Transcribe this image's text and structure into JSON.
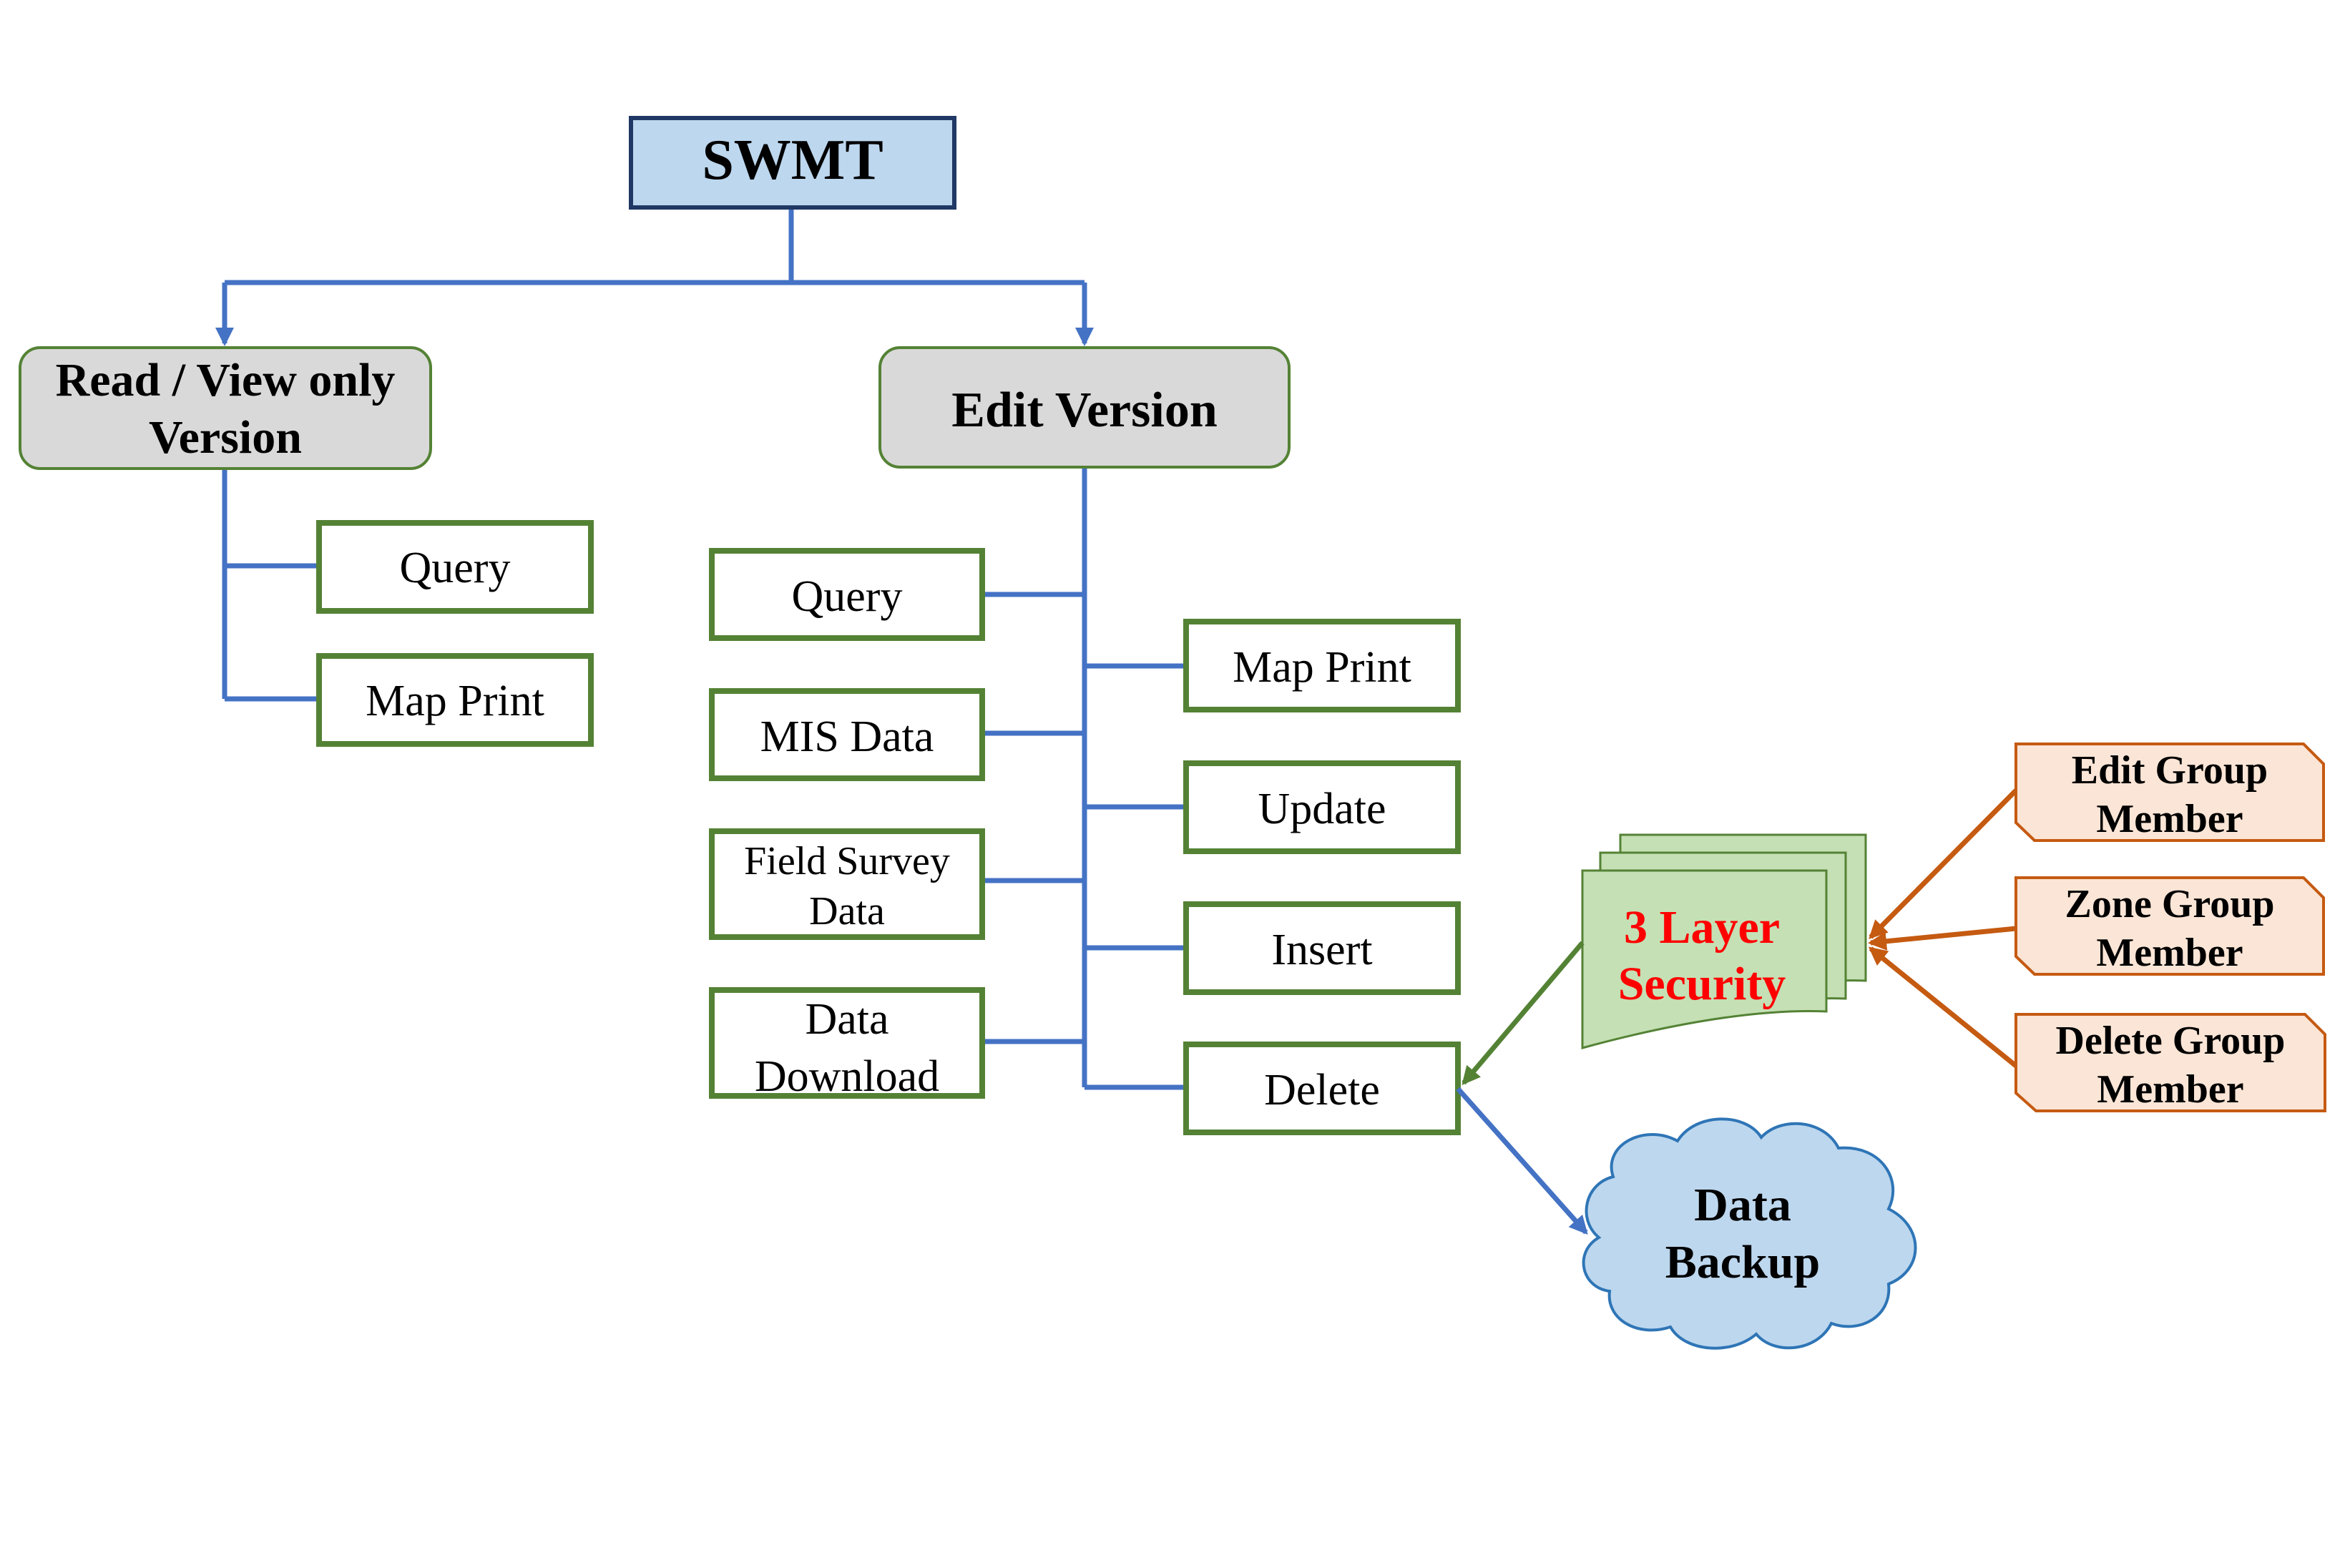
{
  "root": {
    "label": "SWMT"
  },
  "read_view": {
    "label_lines": [
      "Read / View only",
      "Version"
    ],
    "children": [
      "Query",
      "Map Print"
    ]
  },
  "edit": {
    "label": "Edit Version",
    "left_children": [
      {
        "lines": [
          "Query"
        ]
      },
      {
        "lines": [
          "MIS Data"
        ]
      },
      {
        "lines": [
          "Field Survey",
          "Data"
        ]
      },
      {
        "lines": [
          "Data",
          "Download"
        ]
      }
    ],
    "right_children": [
      "Map Print",
      "Update",
      "Insert",
      "Delete"
    ]
  },
  "security": {
    "lines": [
      "3 Layer",
      "Security"
    ],
    "text_color": "#ff0000"
  },
  "backup": {
    "lines": [
      "Data",
      "Backup"
    ]
  },
  "groups": [
    {
      "lines": [
        "Edit Group",
        "Member"
      ]
    },
    {
      "lines": [
        "Zone Group",
        "Member"
      ]
    },
    {
      "lines": [
        "Delete Group",
        "Member"
      ]
    }
  ],
  "colors": {
    "connector_blue": "#4472c4",
    "box_green_border": "#548235",
    "root_fill": "#bdd7ee",
    "root_border": "#1f3864",
    "grey_fill": "#d9d9d9",
    "security_fill": "#c5e0b4",
    "cloud_fill": "#bdd7ee",
    "group_fill": "#fbe5d6",
    "group_border": "#c55a11"
  }
}
